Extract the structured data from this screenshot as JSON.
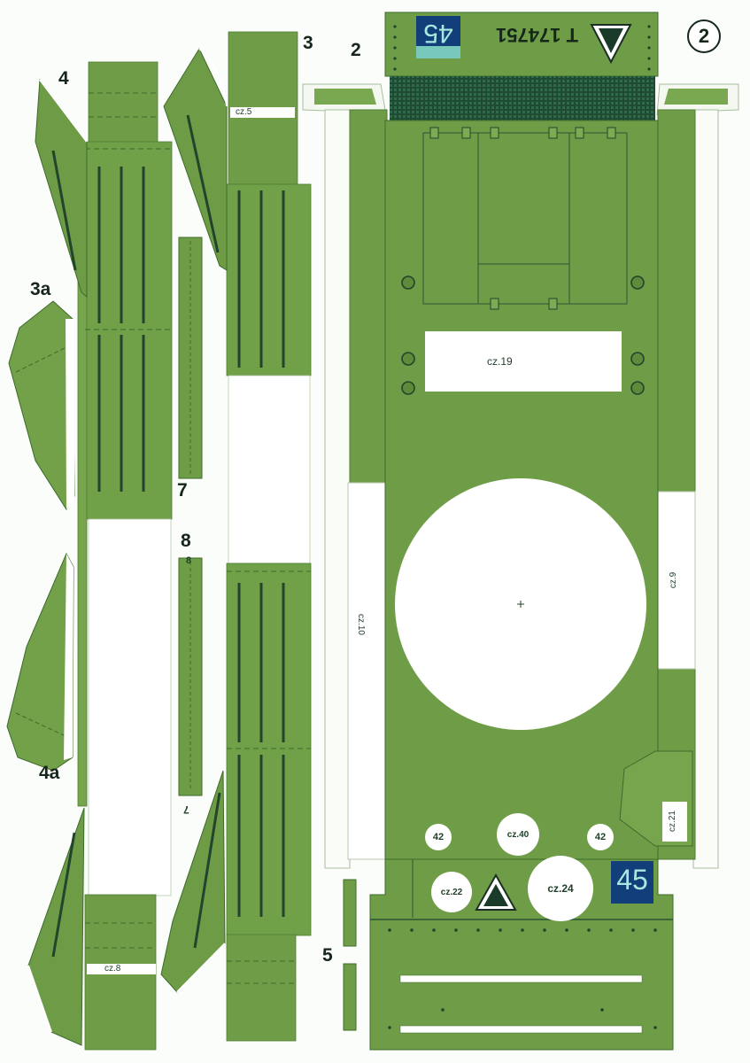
{
  "sheet": {
    "sheet_number": "2",
    "hull_serial": "T 174751",
    "tactical_number": "45"
  },
  "part_numbers": {
    "p2": "2",
    "p3": "3",
    "p3a": "3a",
    "p4": "4",
    "p4a": "4a",
    "p5": "5",
    "p7": "7",
    "p8": "8"
  },
  "markers": {
    "cz5": "cz.5",
    "cz8": "cz.8",
    "cz9": "cz.9",
    "cz10": "cz.10",
    "cz19": "cz.19",
    "cz21": "cz.21",
    "cz22": "cz.22",
    "cz24": "cz.24",
    "cz40": "cz.40",
    "n42_left": "42",
    "n42_right": "42",
    "strip7": "7",
    "strip8": "8"
  },
  "colors": {
    "paper": "#fbfdfa",
    "green": "#6f9d47",
    "green_light": "#7eab53",
    "green_dark": "#5d8a3b",
    "line": "#23442c",
    "badge_blue": "#123e7a",
    "badge_teal": "#78c8bb"
  }
}
